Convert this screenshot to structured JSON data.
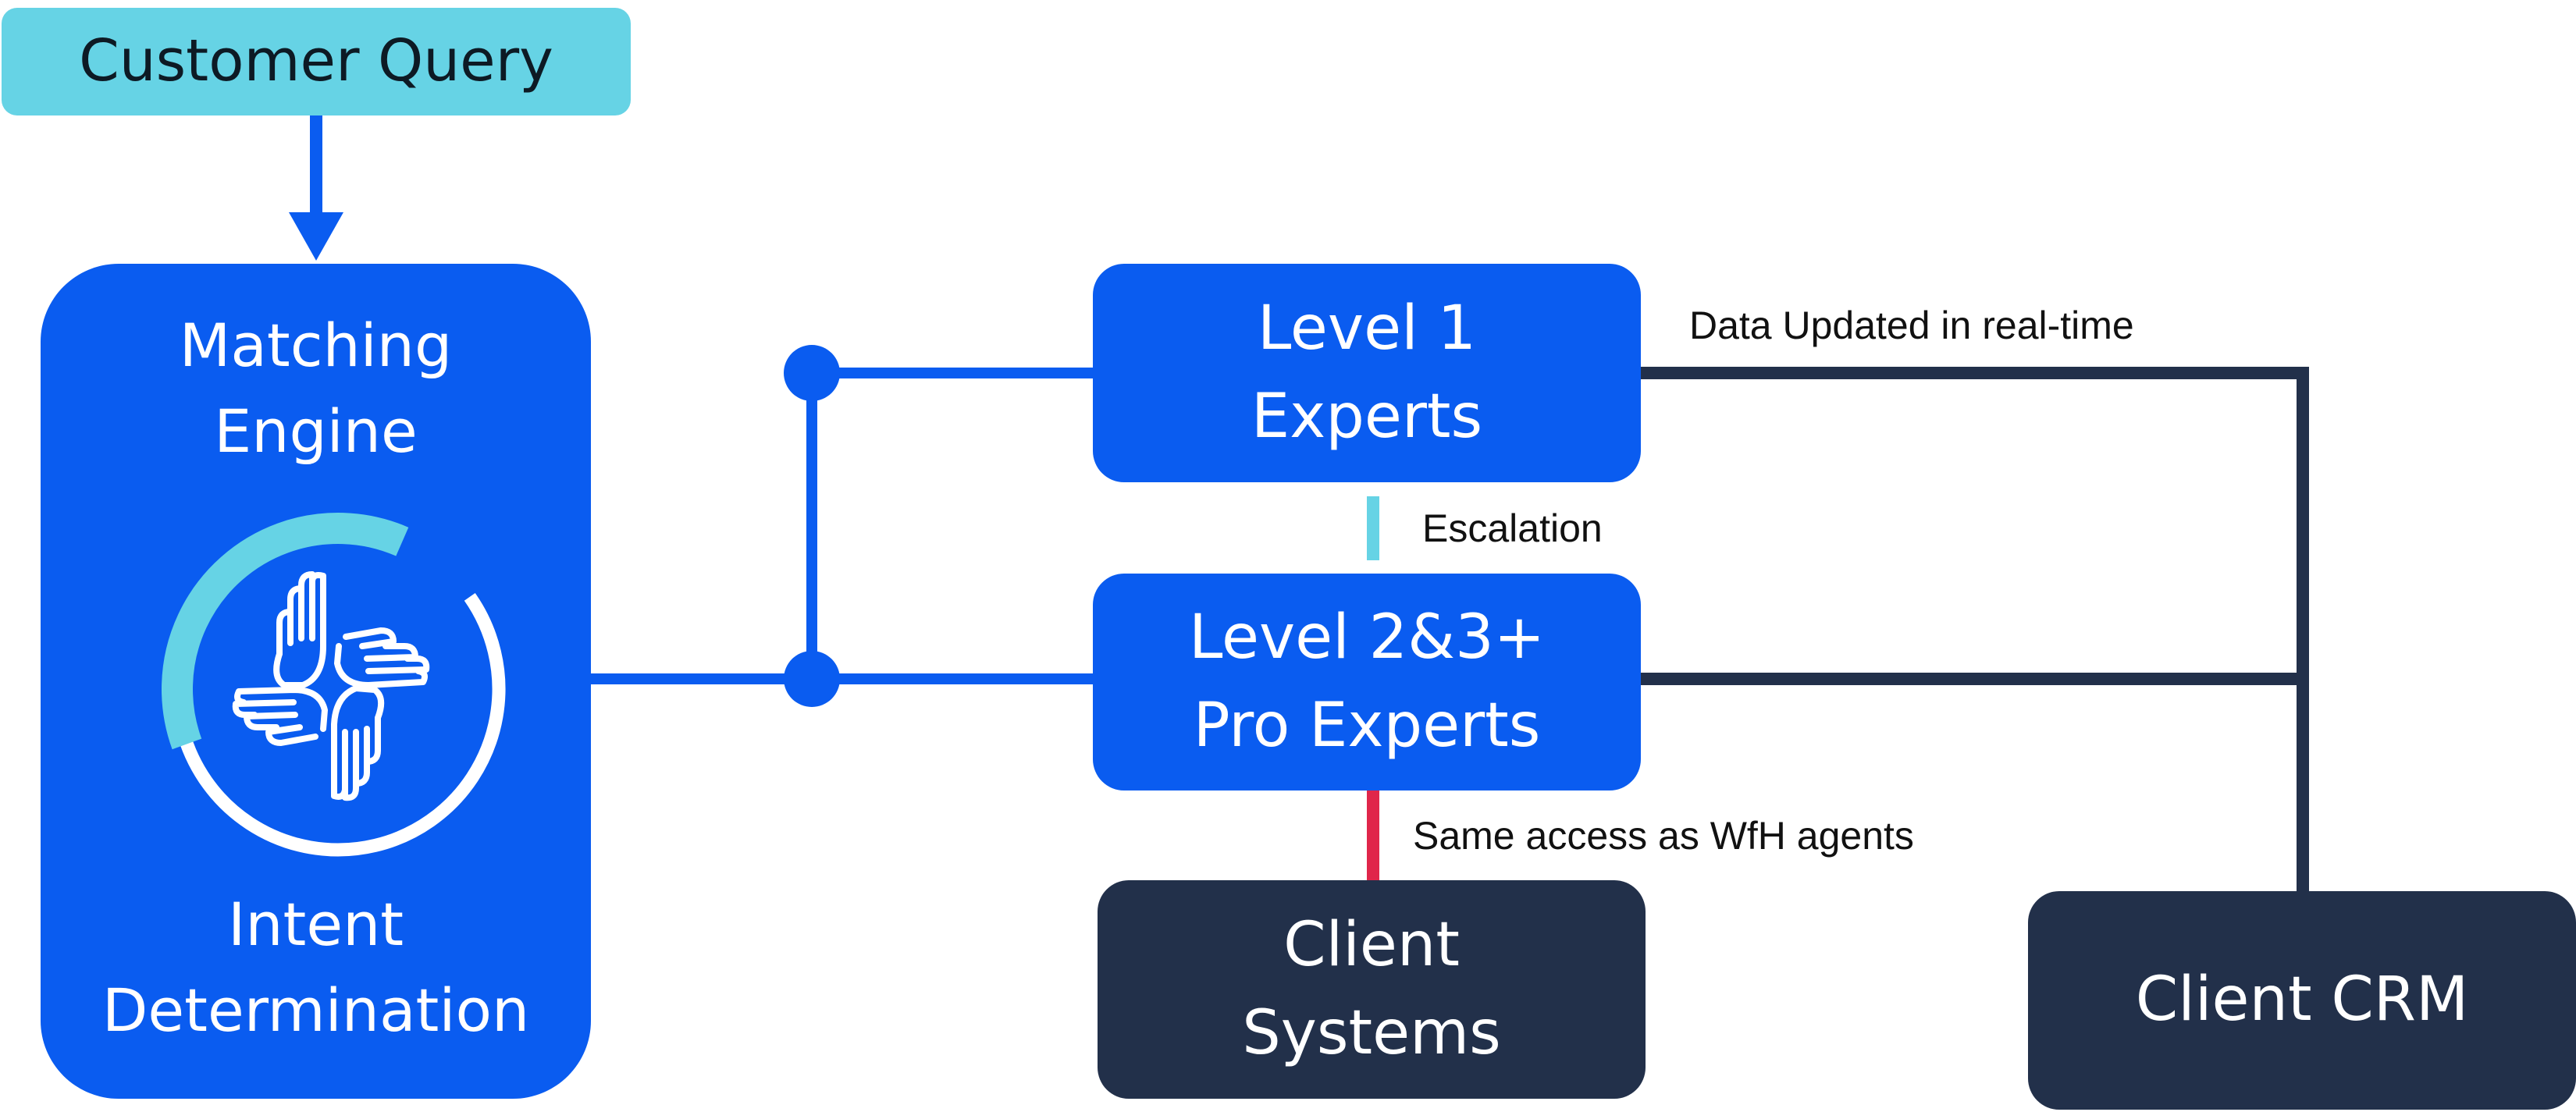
{
  "nodes": {
    "customer_query": "Customer Query",
    "matching_engine": {
      "title_line1": "Matching",
      "title_line2": "Engine",
      "sub_line1": "Intent",
      "sub_line2": "Determination"
    },
    "level1": {
      "line1": "Level 1",
      "line2": "Experts"
    },
    "level23": {
      "line1": "Level 2&3+",
      "line2": "Pro Experts"
    },
    "client_systems": {
      "line1": "Client",
      "line2": "Systems"
    },
    "client_crm": "Client CRM"
  },
  "labels": {
    "realtime": "Data Updated in real-time",
    "escalation": "Escalation",
    "same_access": "Same access as WfH agents"
  },
  "icons": {
    "engine": "hands-teamwork-icon"
  },
  "colors": {
    "primary_blue": "#0a5cf0",
    "light_cyan": "#66d3e5",
    "dark_navy": "#22304a",
    "accent_red": "#e0264a"
  }
}
